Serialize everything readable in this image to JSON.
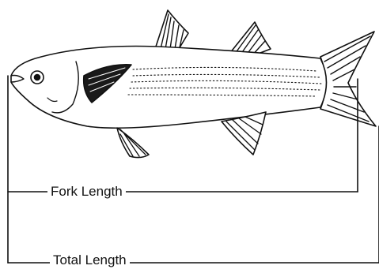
{
  "diagram": {
    "subject": "fish",
    "labels": {
      "fork_length": "Fork Length",
      "total_length": "Total Length"
    }
  },
  "colors": {
    "ink": "#111111",
    "background": "#ffffff"
  }
}
